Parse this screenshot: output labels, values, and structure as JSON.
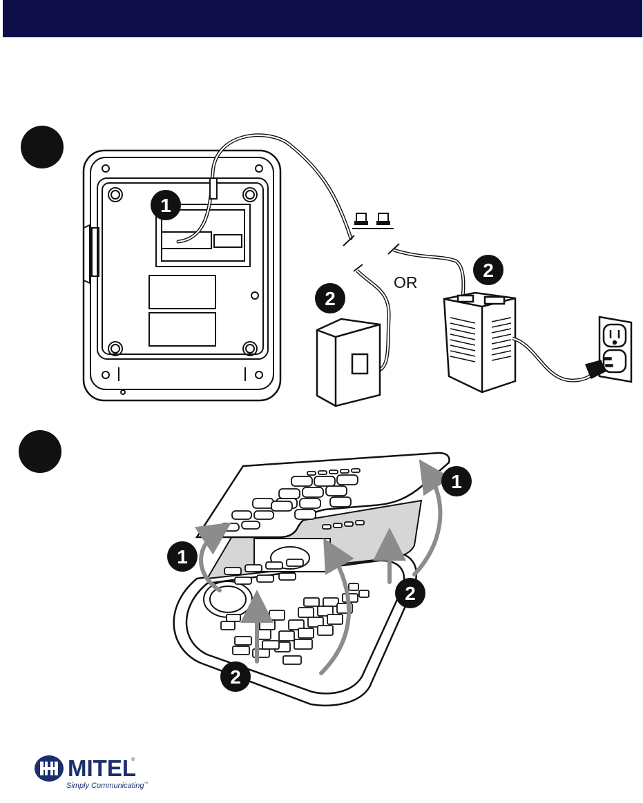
{
  "colors": {
    "header": "#0f0d4a",
    "ink": "#111111",
    "overlay_gray": "#d6d6d6",
    "arrow_gray": "#8c8c8c",
    "brand_navy": "#1b2f6e"
  },
  "step1": {
    "badge_phone": "1",
    "badge_switch": "2",
    "badge_adapter": "2",
    "or_label": "OR",
    "network_icon": "network-icon"
  },
  "step2": {
    "badge_top_right": "1",
    "badge_left": "1",
    "badge_right": "2",
    "badge_bottom": "2"
  },
  "brand": {
    "name": "MITEL",
    "trademark": "®",
    "tagline": "Simply Communicating",
    "tagline_mark": "™"
  }
}
